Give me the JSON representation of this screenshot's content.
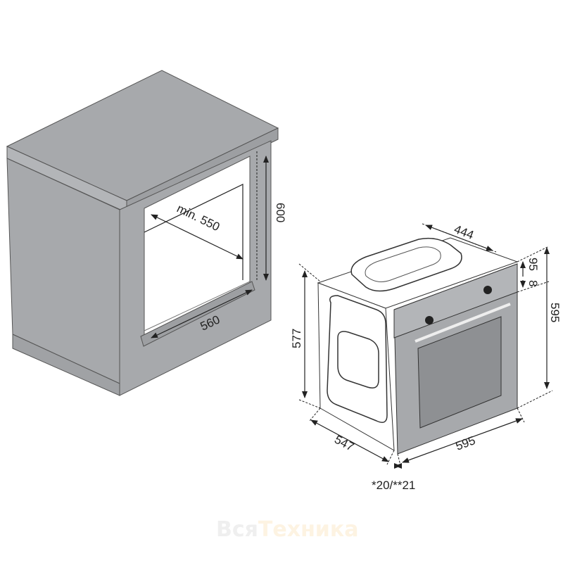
{
  "cabinet": {
    "depth_label": "min. 550",
    "width_label": "560",
    "height_label": "600"
  },
  "oven": {
    "depth_label": "444",
    "panel_offset_label": "95",
    "panel_gap_label": "8",
    "height_label": "595",
    "side_height_label": "577",
    "side_depth_label": "547",
    "width_label": "595",
    "front_offset_label": "*20/**21"
  },
  "watermark": {
    "text_part1": "Вся",
    "text_part2": "Техника"
  },
  "colors": {
    "panel": "#a7a9ac",
    "panel_dark": "#8e9093",
    "outline": "#222222"
  }
}
